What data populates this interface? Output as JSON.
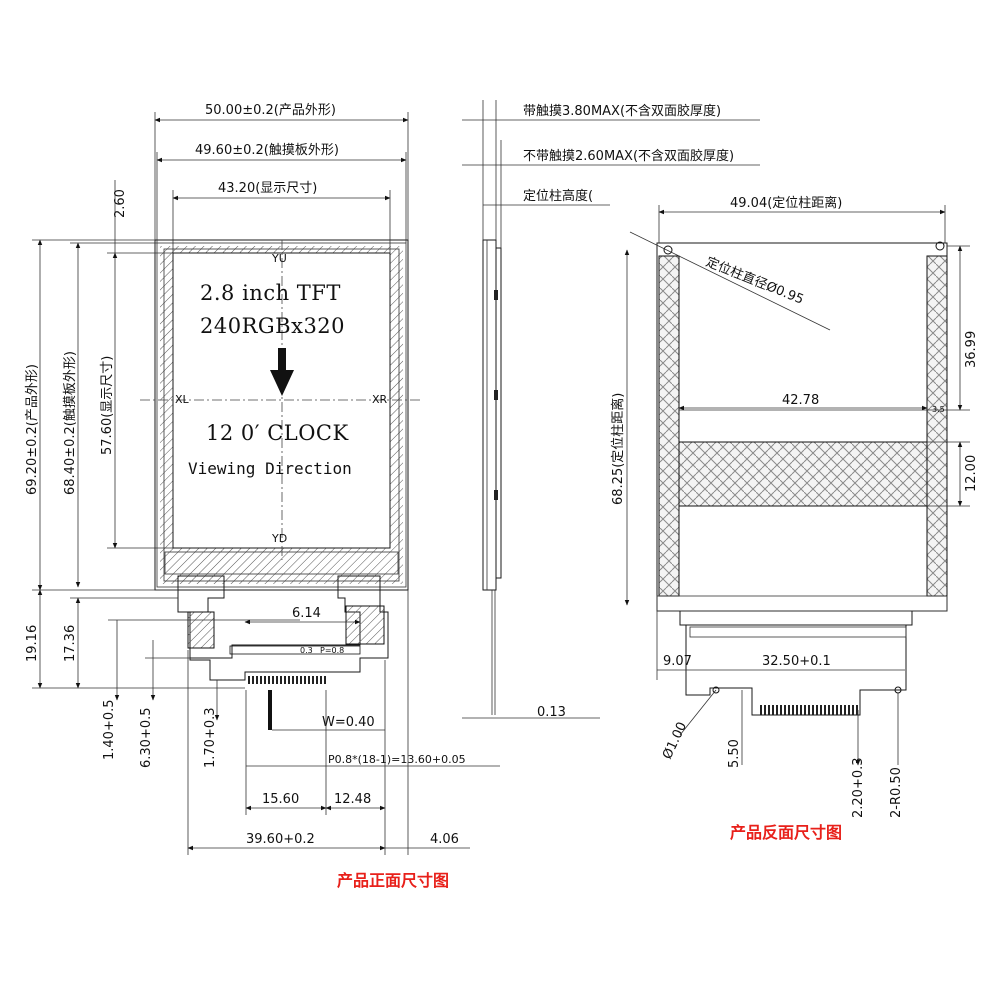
{
  "front_view": {
    "dims": {
      "product_width": "50.00±0.2(产品外形)",
      "touch_width": "49.60±0.2(触摸板外形)",
      "display_width": "43.20(显示尺寸)",
      "top_offset": "2.60",
      "product_height": "69.20±0.2(产品外形)",
      "touch_height": "68.40±0.2(触摸板外形)",
      "display_height": "57.60(显示尺寸)",
      "fpc_len_1": "19.16",
      "fpc_len_2": "17.36",
      "fpc_offset": "6.14",
      "tol_1": "1.40+0.5",
      "tol_2": "6.30+0.5",
      "tol_3": "1.70+0.3",
      "pin_width": "W=0.40",
      "pitch": "P0.8*(18-1)=13.60+0.05",
      "span_1": "15.60",
      "span_2": "12.48",
      "fpc_width": "39.60+0.2",
      "right_offset": "4.06"
    },
    "axis_labels": {
      "yu": "YU",
      "yd": "YD",
      "xl": "XL",
      "xr": "XR"
    },
    "screen_text": {
      "line1": "2.8 inch TFT",
      "line2": "240RGBx320",
      "line3": "12 0′ CLOCK",
      "line4": "Viewing Direction"
    },
    "fpc_marks": [
      "0.3",
      "P=0.8"
    ],
    "caption": "产品正面尺寸图"
  },
  "side_view": {
    "with_touch": "带触摸3.80MAX(不含双面胶厚度)",
    "without_touch": "不带触摸2.60MAX(不含双面胶厚度)",
    "pin_height": "定位柱高度(",
    "fpc_thickness": "0.13"
  },
  "back_view": {
    "dims": {
      "pin_distance_w": "49.04(定位柱距离)",
      "pin_diameter": "定位柱直径Ø0.95",
      "pin_distance_h": "68.25(定位柱距离)",
      "top_section": "36.99",
      "inner_width": "42.78",
      "band_height": "12.00",
      "small_mark": "3.5",
      "fpc_left": "9.07",
      "fpc_width": "32.50+0.1",
      "hole_diameter": "Ø1.00",
      "hole_offset": "5.50",
      "tail_len": "2.20+0.3",
      "radius": "2-R0.50"
    },
    "caption": "产品反面尺寸图"
  },
  "colors": {
    "line": "#1a1a1a",
    "caption": "#e8201a"
  }
}
